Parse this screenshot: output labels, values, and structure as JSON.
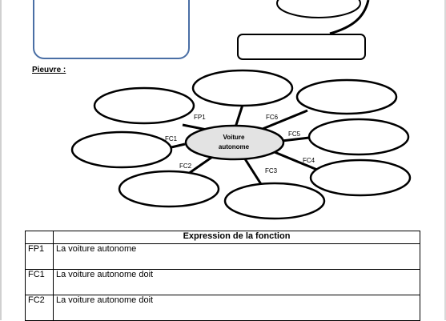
{
  "section_title": "Pieuvre :",
  "diagram": {
    "center_label_line1": "Voiture",
    "center_label_line2": "autonome",
    "function_labels": {
      "fp1": "FP1",
      "fc1": "FC1",
      "fc2": "FC2",
      "fc3": "FC3",
      "fc4": "FC4",
      "fc5": "FC5",
      "fc6": "FC6"
    }
  },
  "table": {
    "header": "Expression de la fonction",
    "rows": [
      {
        "code": "FP1",
        "text": "La voiture autonome"
      },
      {
        "code": "FC1",
        "text": "La voiture autonome doit"
      },
      {
        "code": "FC2",
        "text": "La voiture autonome doit"
      }
    ]
  }
}
